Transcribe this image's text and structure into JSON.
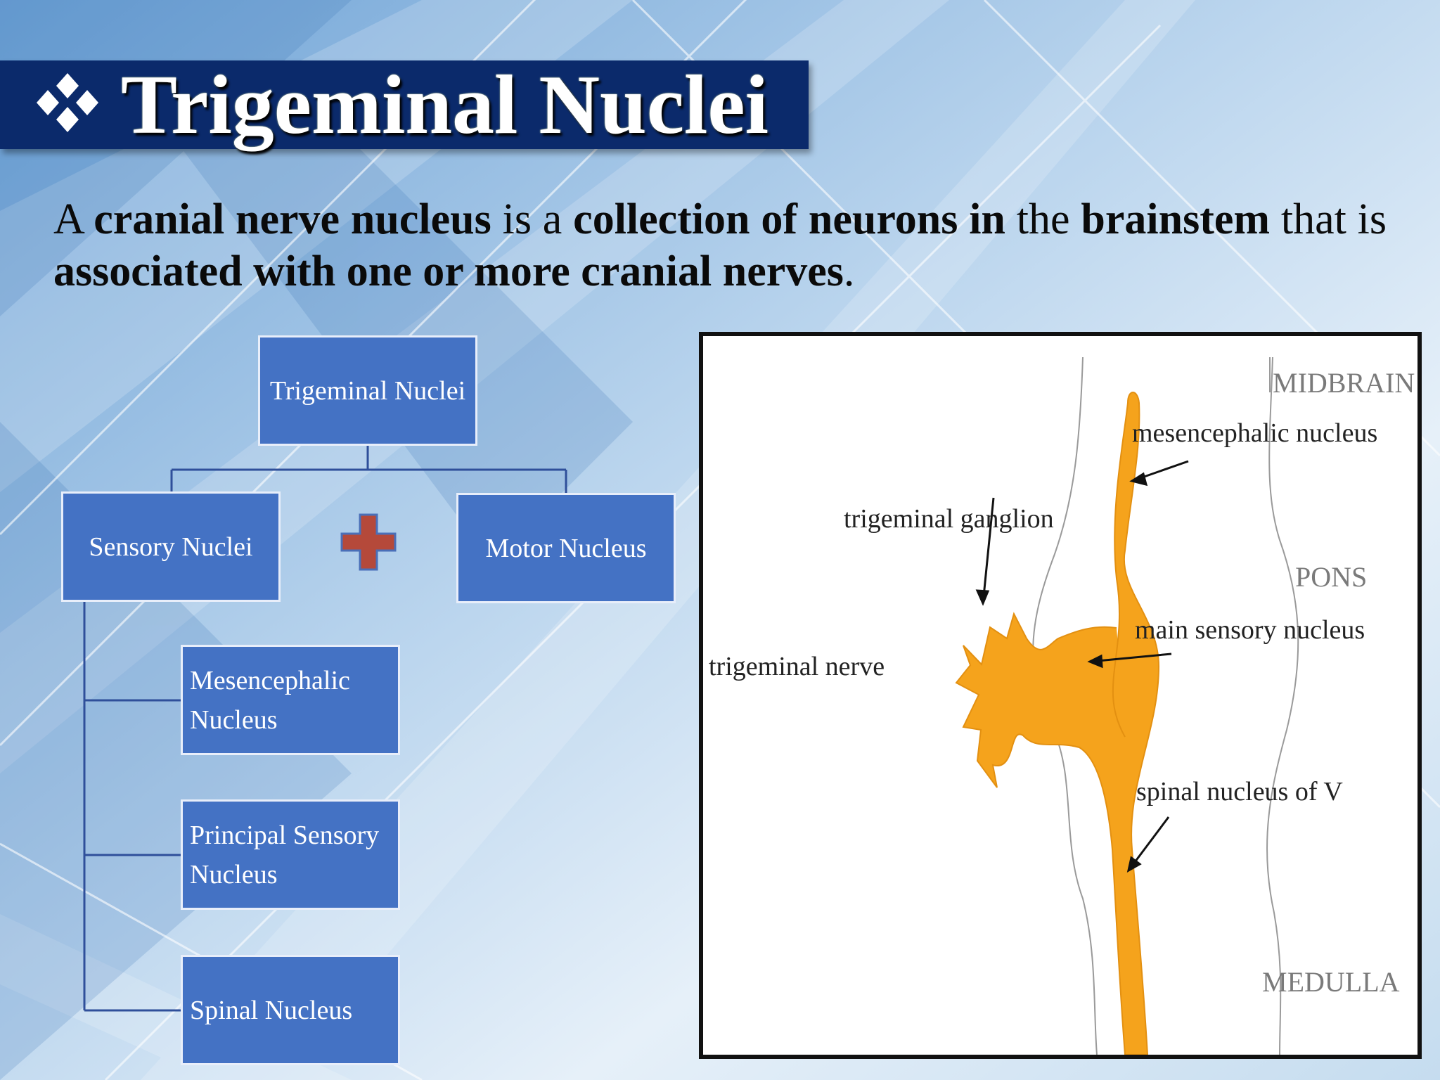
{
  "slide": {
    "title": "Trigeminal Nuclei",
    "title_bullet_icon": "four-diamond-bullet-icon",
    "intro": {
      "p1": "A ",
      "b1": "cranial nerve nucleus",
      "p2": " is a ",
      "b2": "collection of neurons in",
      "p3": " the ",
      "b3": "brainstem",
      "p4": " that is ",
      "b4": "associated with one or more cranial nerves",
      "p5": "."
    }
  },
  "tree": {
    "root": "Trigeminal Nuclei",
    "sensory": "Sensory Nuclei",
    "motor": "Motor Nucleus",
    "plus_icon": "plus-icon",
    "sensory_children": [
      "Mesencephalic Nucleus",
      "Principal Sensory Nucleus",
      "Spinal Nucleus"
    ],
    "box_color": "#4472c4",
    "plus_color": "#b5493a"
  },
  "figure": {
    "regions": {
      "midbrain": "MIDBRAIN",
      "pons": "PONS",
      "medulla": "MEDULLA"
    },
    "labels": {
      "mesencephalic": "mesencephalic nucleus",
      "ganglion": "trigeminal ganglion",
      "main_sensory": "main sensory nucleus",
      "nerve": "trigeminal nerve",
      "spinal": "spinal nucleus of V"
    },
    "nucleus_color": "#f5a31c"
  }
}
